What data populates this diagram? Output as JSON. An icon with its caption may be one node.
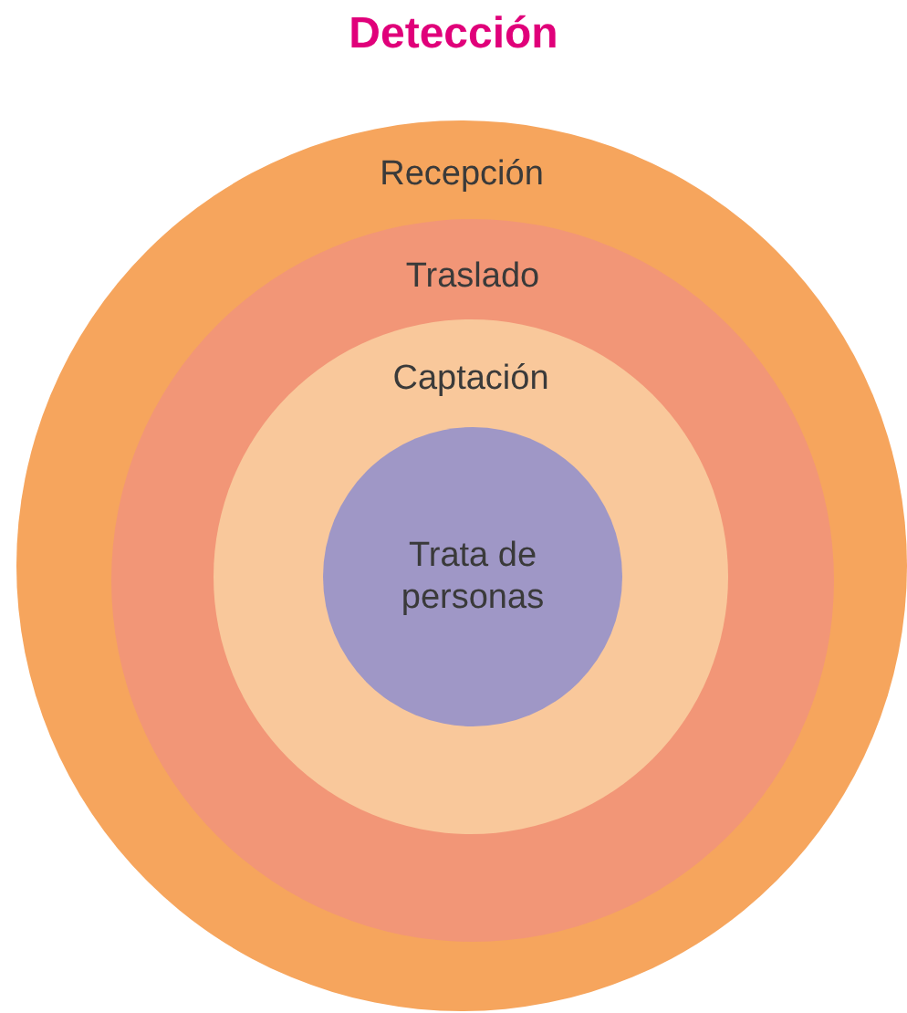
{
  "diagram": {
    "title": "Detección",
    "nodes": [
      {
        "text": [
          "Recepción"
        ]
      },
      {
        "text": [
          "Traslado"
        ],
        "in": 0
      },
      {
        "text": [
          "Captación"
        ],
        "in": 1
      },
      {
        "text": [
          "Trata de personas"
        ],
        "in": 2
      }
    ]
  }
}
